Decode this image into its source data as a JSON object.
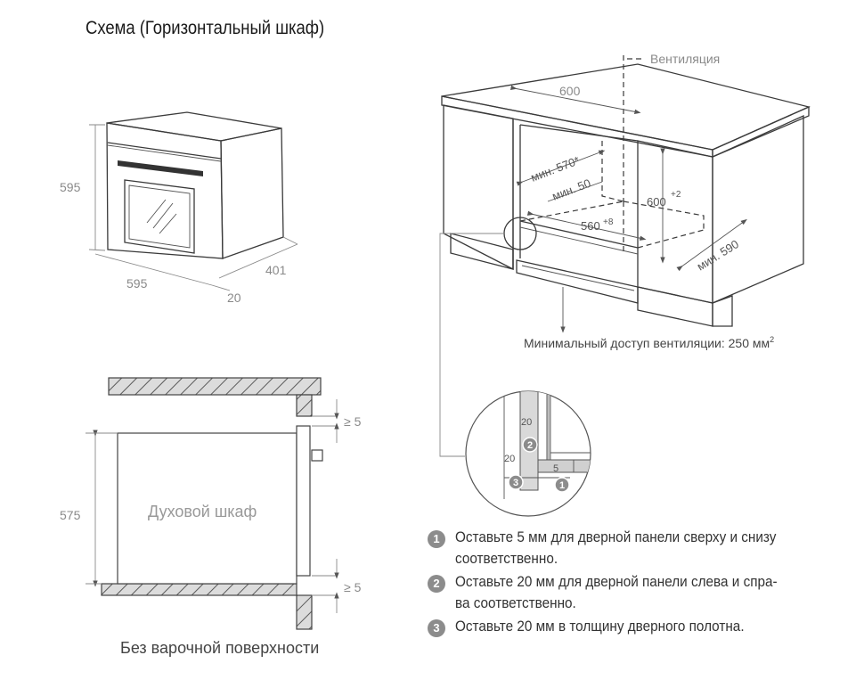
{
  "title": "Схема (Горизонтальный шкаф)",
  "oven_dims": {
    "height": "595",
    "width": "595",
    "depth": "401",
    "front": "20"
  },
  "cabinet": {
    "vent_label": "Вентиляция",
    "width": "600",
    "min_depth": "мин. 570*",
    "min_gap": "мин. 50",
    "height": "600",
    "height_tol": "+2",
    "inner_width": "560",
    "inner_width_tol": "+8",
    "min_width": "мин. 590",
    "vent_access": "Минимальный доступ вентиляции: 250 мм",
    "vent_access_sup": "2"
  },
  "detail": {
    "top_gap": "20",
    "side_gap": "20",
    "door_gap": "5",
    "badges": [
      "1",
      "2",
      "3"
    ]
  },
  "section": {
    "gap_top": "≥ 5",
    "gap_bottom": "≥ 5",
    "height": "575",
    "oven_label": "Духовой шкаф",
    "caption": "Без варочной поверхности"
  },
  "notes": [
    {
      "num": "1",
      "text": "Оставьте 5 мм для дверной панели сверху и снизу соответственно."
    },
    {
      "num": "2",
      "text": "Оставьте 20 мм для дверной панели слева и спра-ва соответственно."
    },
    {
      "num": "3",
      "text": "Оставьте 20 мм в толщину дверного полотна."
    }
  ]
}
